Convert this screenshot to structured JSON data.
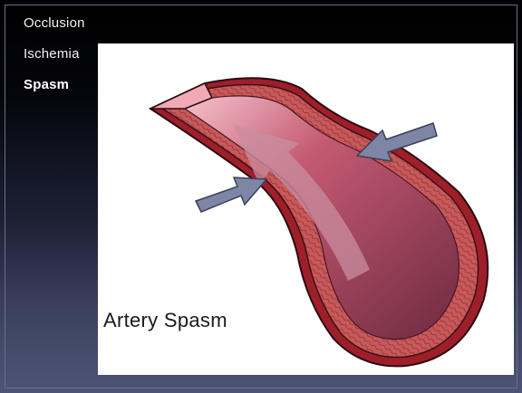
{
  "sidebar": {
    "items": [
      {
        "label": "Occlusion",
        "active": false
      },
      {
        "label": "Ischemia",
        "active": false
      },
      {
        "label": "Spasm",
        "active": true
      }
    ]
  },
  "figure": {
    "caption": "Artery Spasm",
    "colors": {
      "artery_wall": "#c0504d",
      "artery_outer": "#9e1f2a",
      "lumen": "#7a3146",
      "lumen_highlight": "#f2b2bf",
      "arrow": "#7e85a6"
    },
    "icons": [
      "compression-arrow-icon",
      "flow-arrow-icon"
    ]
  }
}
